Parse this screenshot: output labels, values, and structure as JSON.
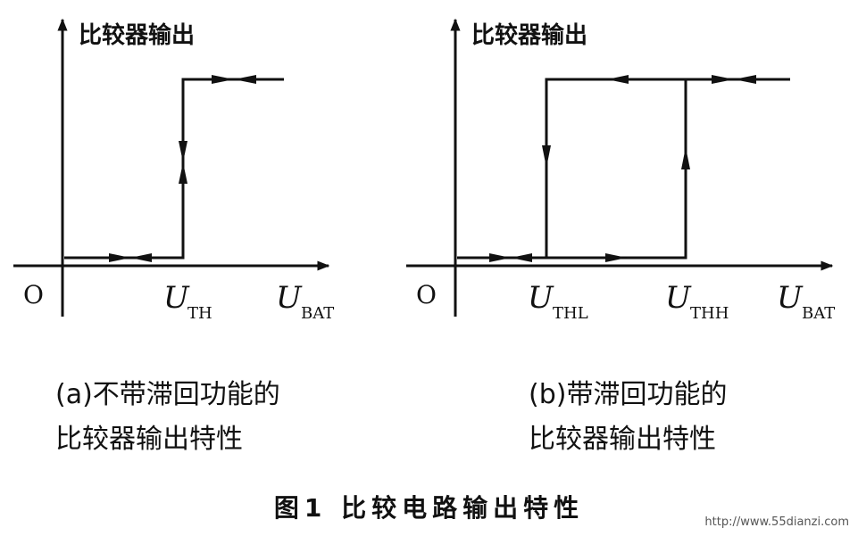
{
  "diagram_a": {
    "y_label": "比较器输出",
    "origin": "O",
    "threshold": {
      "main": "U",
      "sub": "TH"
    },
    "x_axis": {
      "main": "U",
      "sub": "BAT"
    },
    "caption_line1": "(a)不带滞回功能的",
    "caption_line2": "比较器输出特性"
  },
  "diagram_b": {
    "y_label": "比较器输出",
    "origin": "O",
    "threshold_low": {
      "main": "U",
      "sub": "THL"
    },
    "threshold_high": {
      "main": "U",
      "sub": "THH"
    },
    "x_axis": {
      "main": "U",
      "sub": "BAT"
    },
    "caption_line1": "(b)带滞回功能的",
    "caption_line2": "比较器输出特性"
  },
  "figure_caption": "图1  比较电路输出特性",
  "watermark": "http://www.55dianzi.com"
}
